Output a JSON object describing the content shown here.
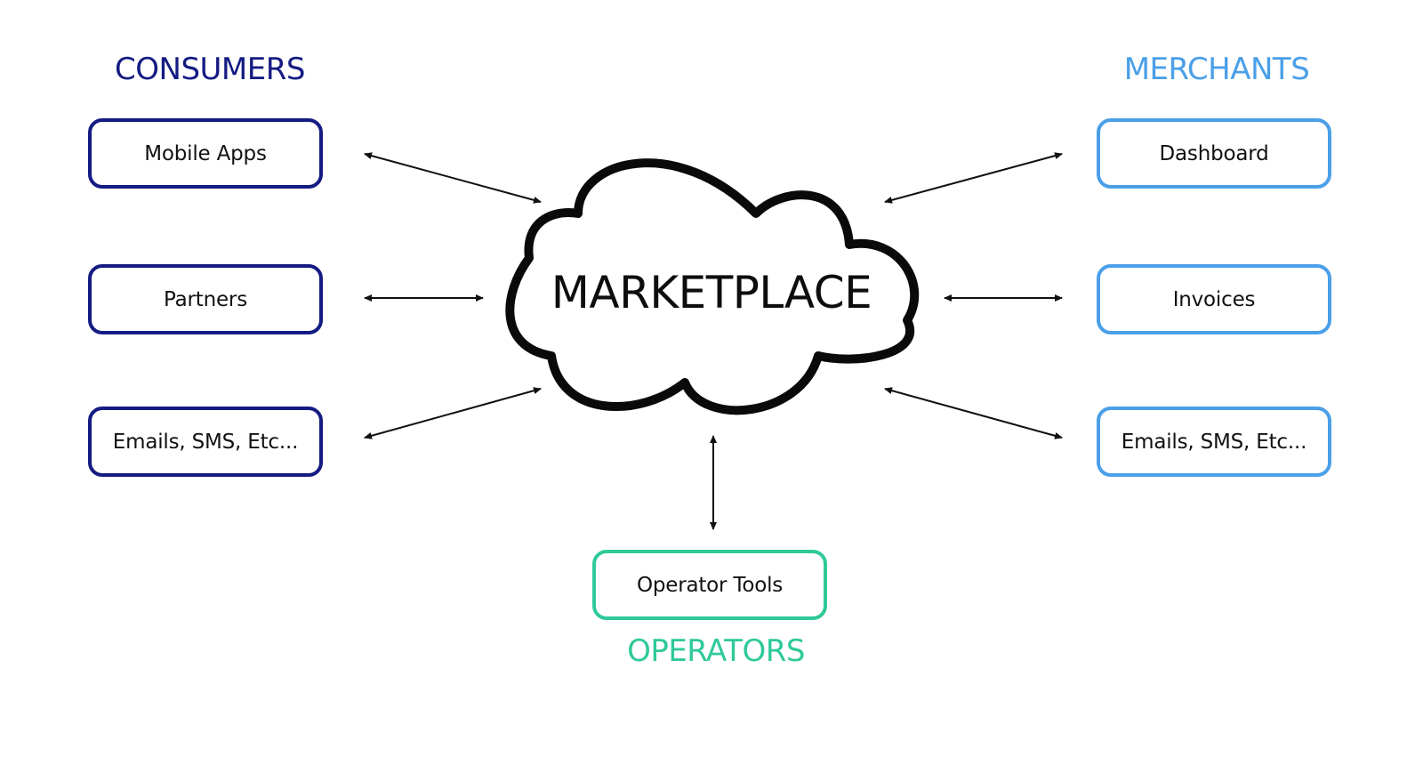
{
  "groups": {
    "consumers": {
      "title": "CONSUMERS",
      "color": "#141b82",
      "items": [
        {
          "label": "Mobile Apps"
        },
        {
          "label": "Partners"
        },
        {
          "label": "Emails, SMS, Etc..."
        }
      ]
    },
    "merchants": {
      "title": "MERCHANTS",
      "color": "#4a9fe8",
      "items": [
        {
          "label": "Dashboard"
        },
        {
          "label": "Invoices"
        },
        {
          "label": "Emails, SMS, Etc..."
        }
      ]
    },
    "operators": {
      "title": "OPERATORS",
      "color": "#2fc99a",
      "items": [
        {
          "label": "Operator Tools"
        }
      ]
    }
  },
  "center": {
    "label": "MARKETPLACE",
    "shape": "cloud-icon"
  },
  "connections": [
    {
      "from": "Mobile Apps",
      "to": "MARKETPLACE",
      "direction": "bidirectional"
    },
    {
      "from": "Partners",
      "to": "MARKETPLACE",
      "direction": "bidirectional"
    },
    {
      "from": "Emails, SMS, Etc...",
      "to": "MARKETPLACE",
      "direction": "bidirectional"
    },
    {
      "from": "Dashboard",
      "to": "MARKETPLACE",
      "direction": "bidirectional"
    },
    {
      "from": "Invoices",
      "to": "MARKETPLACE",
      "direction": "bidirectional"
    },
    {
      "from": "Emails, SMS, Etc...",
      "to": "MARKETPLACE",
      "direction": "bidirectional"
    },
    {
      "from": "Operator Tools",
      "to": "MARKETPLACE",
      "direction": "bidirectional"
    }
  ]
}
